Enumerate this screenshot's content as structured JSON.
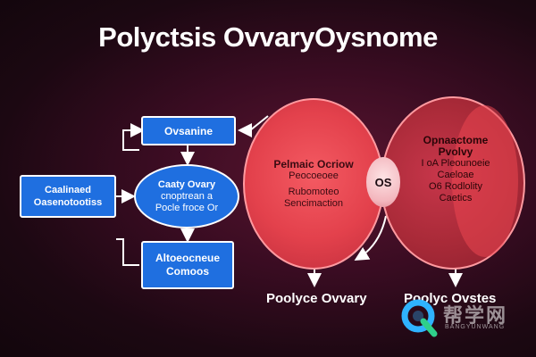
{
  "title": "Polyctsis OvvaryOysnome",
  "boxes": {
    "top": "Ovsanine",
    "left": [
      "Caalinaed",
      "Oasenotootiss"
    ],
    "center": [
      "Caaty Ovary",
      "cnoptrean a",
      "Pocle froce Or"
    ],
    "bottom": [
      "Altoeocneue",
      "Comoos"
    ]
  },
  "circle_left": [
    "Pelmaic Ocriow",
    "Peocoeoee",
    "Rubomoteo",
    "Sencimaction"
  ],
  "circle_right": [
    "Opnaactome",
    "Pvolvy",
    "I oA Pleounoeie",
    "Caeloae",
    "O6 Rodlolity",
    "Caetics"
  ],
  "os_label": "OS",
  "bottom_labels": {
    "left": "Poolyce Ovvary",
    "right": "Poolyc Ovstes"
  },
  "watermark": {
    "text": "帮学网",
    "sub": "BANGYUNWANG"
  },
  "colors": {
    "background": "#2a0a1a",
    "blue": "#1f6fe0",
    "red": "#e64550",
    "dark_red": "#a92a38"
  }
}
